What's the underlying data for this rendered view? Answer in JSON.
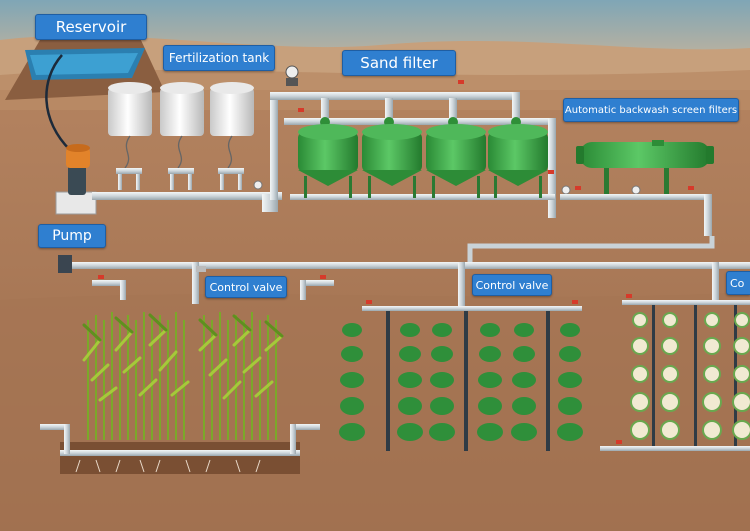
{
  "labels": {
    "reservoir": "Reservoir",
    "fertilization_tank": "Fertilization tank",
    "sand_filter": "Sand filter",
    "backwash_filters": "Automatic backwash screen filters",
    "pump": "Pump",
    "control_valve_1": "Control valve",
    "control_valve_2": "Control valve",
    "control_valve_3": "Co"
  },
  "colors": {
    "sky": "#8fb3c0",
    "soil": "#a97a58",
    "pipe": "#d7dee2",
    "filter_green": "#3aa845",
    "tank_white": "#f2f2f2",
    "label_blue": "#2f7fd0",
    "valve_red": "#d63a2a"
  }
}
